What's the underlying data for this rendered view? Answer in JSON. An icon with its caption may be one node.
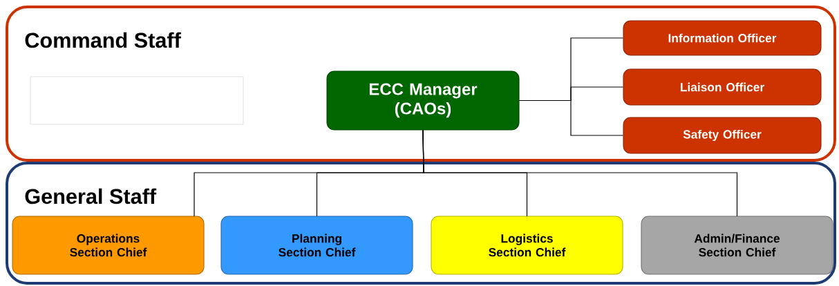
{
  "diagram": {
    "nodes": [
      {
        "text": [
          "Command Staff"
        ]
      },
      {
        "text": [],
        "shape": "box",
        "in": 0
      },
      {
        "text": [
          "ECC Manager (CAOs)"
        ],
        "in": 0
      },
      {
        "text": [
          "Information Officer"
        ],
        "in": 0
      },
      {
        "text": [
          "Liaison Officer"
        ],
        "in": 0
      },
      {
        "text": [
          "Safety Officer"
        ],
        "in": 0
      },
      {
        "text": [
          "General Staff"
        ]
      },
      {
        "text": [
          "Operations Section Chief"
        ],
        "in": 6
      },
      {
        "text": [
          "Planning Section Chief"
        ],
        "in": 6
      },
      {
        "text": [
          "Logistics Section Chief"
        ],
        "in": 6
      },
      {
        "text": [
          "Admin/Finance Section Chief"
        ],
        "in": 6
      }
    ],
    "edges": [
      {
        "from": 2,
        "to": 3,
        "arrow": "none"
      },
      {
        "from": 2,
        "to": 4,
        "arrow": "none"
      },
      {
        "from": 2,
        "to": 5,
        "arrow": "none"
      },
      {
        "from": 2,
        "to": 7,
        "arrow": "none"
      },
      {
        "from": 2,
        "to": 8,
        "arrow": "none"
      },
      {
        "from": 2,
        "to": 9,
        "arrow": "none"
      },
      {
        "from": 2,
        "to": 10,
        "arrow": "none"
      }
    ]
  }
}
